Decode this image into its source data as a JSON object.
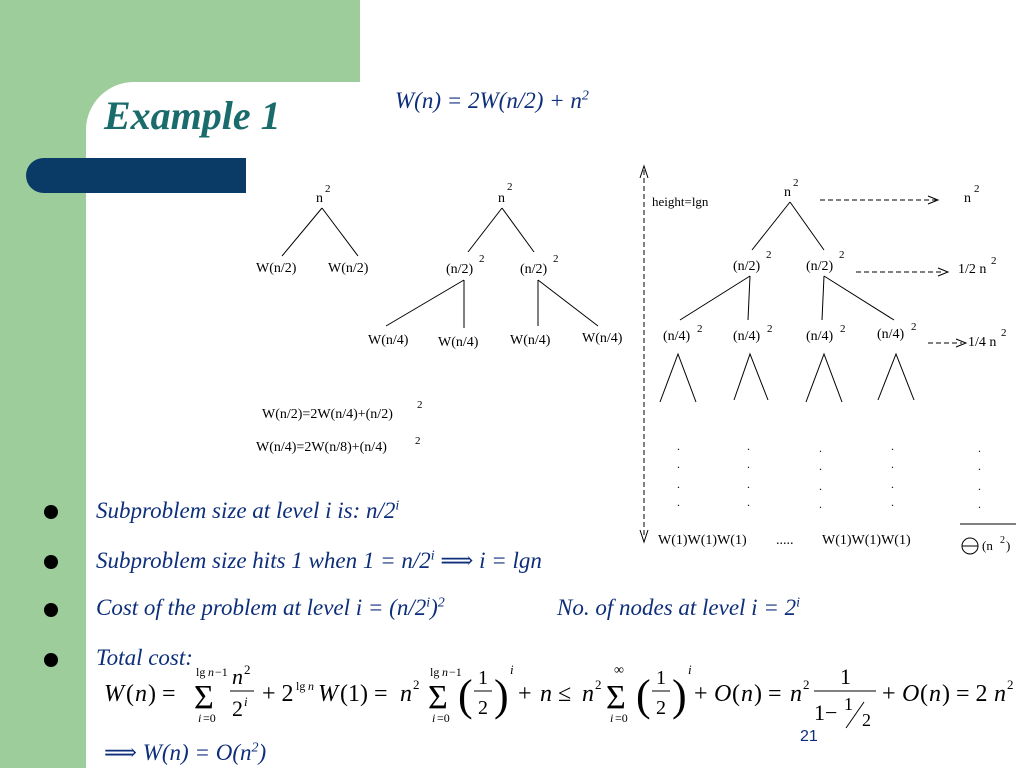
{
  "slide": {
    "title": "Example 1",
    "recurrence_main": "W(n) = 2W(n/2) + n",
    "recurrence_exp": "2",
    "page_number": "21"
  },
  "tree_left": {
    "root": "n",
    "root_exp": "2",
    "children": [
      "W(n/2)",
      "W(n/2)"
    ]
  },
  "tree_middle": {
    "root": "n",
    "root_exp": "2",
    "level1": [
      "(n/2)",
      "(n/2)"
    ],
    "level1_exp": "2",
    "level2": [
      "W(n/4)",
      "W(n/4)",
      "W(n/4)",
      "W(n/4)"
    ]
  },
  "expansions": [
    {
      "text": "W(n/2)=2W(n/4)+(n/2)",
      "exp": "2"
    },
    {
      "text": "W(n/4)=2W(n/8)+(n/4)",
      "exp": "2"
    }
  ],
  "tree_right": {
    "height_label": "height=lgn",
    "root": "n",
    "root_exp": "2",
    "level1": [
      "(n/2)",
      "(n/2)"
    ],
    "level1_exp": "2",
    "level2": [
      "(n/4)",
      "(n/4)",
      "(n/4)",
      "(n/4)"
    ],
    "level2_exp": "2",
    "leaves_left": "W(1)W(1)W(1)",
    "leaves_dots": ".....",
    "leaves_right": "W(1)W(1)W(1)",
    "level_costs": [
      {
        "label": "n",
        "exp": "2"
      },
      {
        "label": "1/2 n",
        "exp": "2"
      },
      {
        "label": "1/4 n",
        "exp": "2"
      }
    ],
    "total": "(n",
    "total_exp": "2",
    "total_close": ")"
  },
  "bullets": [
    {
      "text": "Subproblem size at level i is: n/2",
      "sup": "i",
      "rest": ""
    },
    {
      "text": "Subproblem size hits 1 when 1 = n/2",
      "sup": "i",
      "rest": " i = lgn"
    },
    {
      "text": "Cost of the problem at level i = (n/2",
      "sup": "i",
      "rest": ")",
      "sup2": "2"
    },
    {
      "text": "Total cost:",
      "sup": "",
      "rest": ""
    }
  ],
  "bullet3_extra": {
    "text": "No. of nodes at level i = 2",
    "sup": "i"
  },
  "conclusion": {
    "text": " W(n) = O(n",
    "sup": "2",
    "close": ")"
  }
}
